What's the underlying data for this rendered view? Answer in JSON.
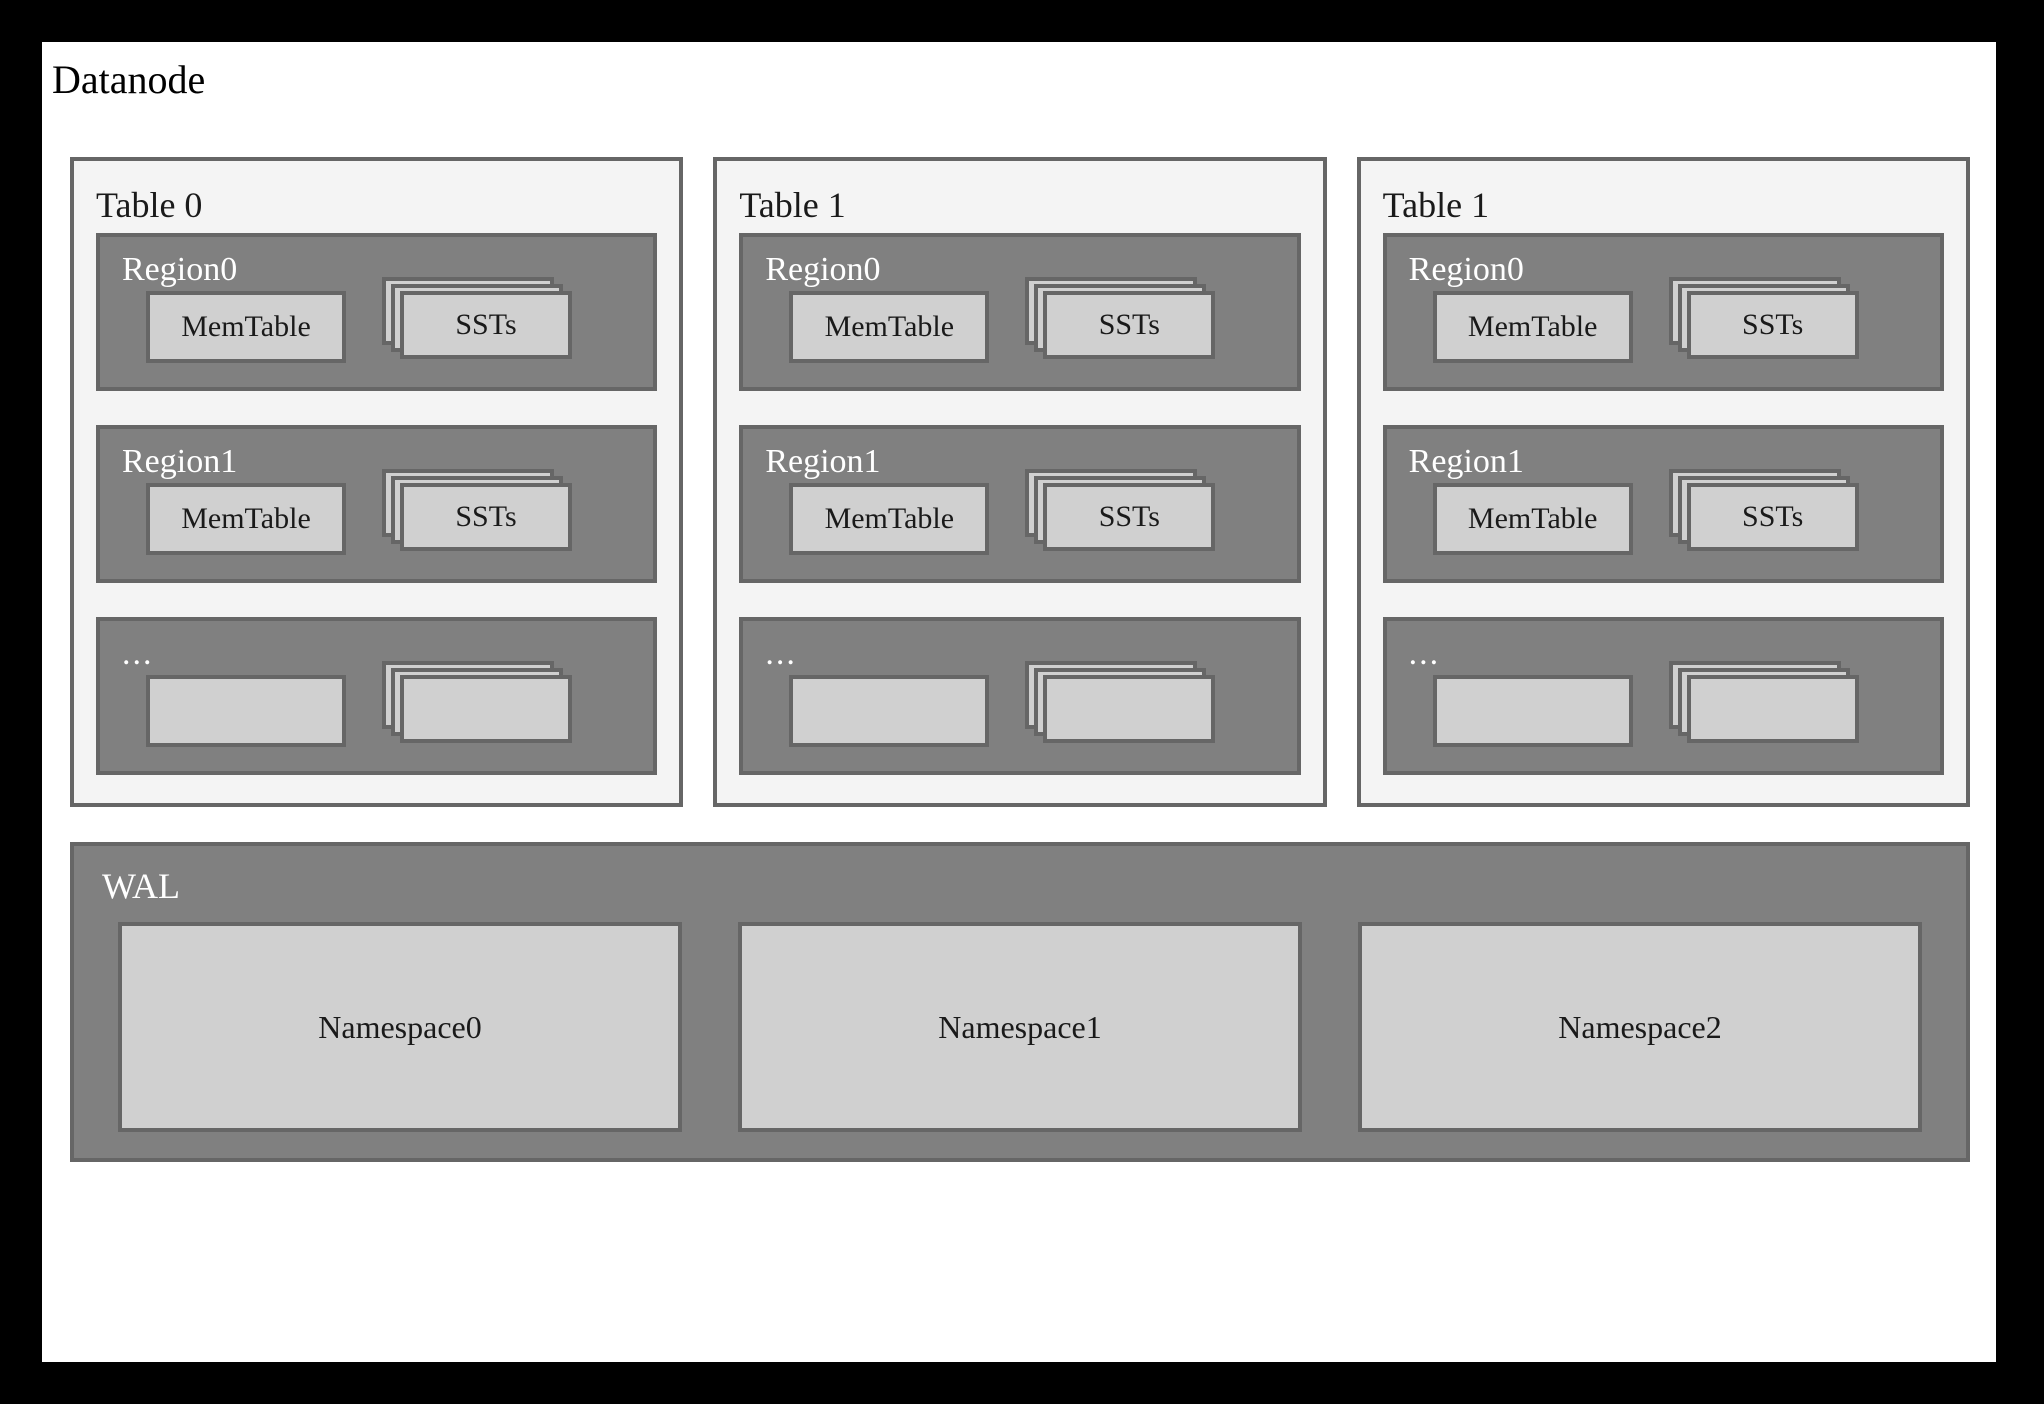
{
  "diagram": {
    "title": "Datanode",
    "colors": {
      "page_background": "#000000",
      "canvas_background": "#ffffff",
      "table_panel_fill": "#f4f4f4",
      "region_fill": "#808080",
      "inner_box_fill": "#d0d0d0",
      "border": "#666666",
      "dark_text": "#1a1a1a",
      "light_text": "#ffffff"
    },
    "tables": [
      {
        "label": "Table 0",
        "regions": [
          {
            "label": "Region0",
            "is_ellipsis": false,
            "memtable_label": "MemTable",
            "sst_label": "SSTs",
            "sst_layer_count": 3
          },
          {
            "label": "Region1",
            "is_ellipsis": false,
            "memtable_label": "MemTable",
            "sst_label": "SSTs",
            "sst_layer_count": 3
          },
          {
            "label": "...",
            "is_ellipsis": true,
            "memtable_label": "",
            "sst_label": "",
            "sst_layer_count": 3
          }
        ]
      },
      {
        "label": "Table 1",
        "regions": [
          {
            "label": "Region0",
            "is_ellipsis": false,
            "memtable_label": "MemTable",
            "sst_label": "SSTs",
            "sst_layer_count": 3
          },
          {
            "label": "Region1",
            "is_ellipsis": false,
            "memtable_label": "MemTable",
            "sst_label": "SSTs",
            "sst_layer_count": 3
          },
          {
            "label": "...",
            "is_ellipsis": true,
            "memtable_label": "",
            "sst_label": "",
            "sst_layer_count": 3
          }
        ]
      },
      {
        "label": "Table 1",
        "regions": [
          {
            "label": "Region0",
            "is_ellipsis": false,
            "memtable_label": "MemTable",
            "sst_label": "SSTs",
            "sst_layer_count": 3
          },
          {
            "label": "Region1",
            "is_ellipsis": false,
            "memtable_label": "MemTable",
            "sst_label": "SSTs",
            "sst_layer_count": 3
          },
          {
            "label": "...",
            "is_ellipsis": true,
            "memtable_label": "",
            "sst_label": "",
            "sst_layer_count": 3
          }
        ]
      }
    ],
    "wal": {
      "label": "WAL",
      "namespaces": [
        {
          "label": "Namespace0"
        },
        {
          "label": "Namespace1"
        },
        {
          "label": "Namespace2"
        }
      ]
    }
  }
}
